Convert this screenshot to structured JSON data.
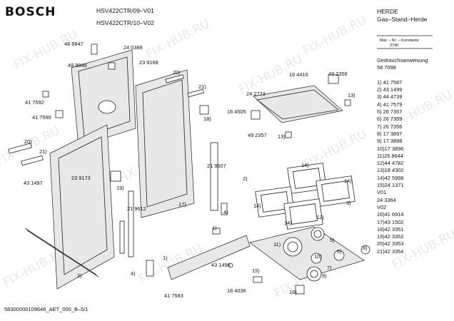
{
  "header": {
    "brand": "BOSCH",
    "model_line_1": "HSV422CTR/09–V01",
    "model_line_2": "HSV422CTR/10–V02",
    "category": "HERDE",
    "category_desc": "Gas–Stand–Herde"
  },
  "mat_box": {
    "line1": "Mat. – Nr. – Konstante",
    "line2": "3740"
  },
  "legend": [
    "Gedrauchsanweisung",
    "58 7098",
    "",
    "1) 41 7587",
    "2) 43 1499",
    "3) 44 4739",
    "4) 41 7579",
    "5) 26 7357",
    "6) 26 7359",
    "7) 26 7356",
    "8) 17 3897",
    "9) 17 3898",
    "10)17 3896",
    "11)26 8644",
    "12)44 4782",
    "13)18 4302",
    "14)42 5998",
    "15)24 1371",
    "V01",
    "24 3364",
    "V02",
    "16)41 6914",
    "17)43 1502",
    "18)42 3351",
    "19)42 3352",
    "20)42 3353",
    "21)42 3354"
  ],
  "part_labels": {
    "p488847": "48 8847",
    "p240388": "24 0388",
    "p488848": "48 8848",
    "p239168": "23 9168",
    "p20a": "20)",
    "p21a": "21)",
    "p18": "18)",
    "p417592": "41 7592",
    "p417590": "41 7590",
    "p20b": "20)",
    "p21b": "21)",
    "p431497": "43 1497",
    "p239173": "23 9173",
    "p19": "19)",
    "p219607": "21 9607",
    "p2a": "2)",
    "p219612": "21 9612",
    "p17": "17)",
    "p4a": "4)",
    "p1a": "1)",
    "p2b": "2)",
    "p1b": "1)",
    "p431496": "43 1496",
    "p4b": "4)",
    "p417583": "41 7583",
    "p184036": "18 4036",
    "p164416": "16 4416",
    "p492356": "49 2356",
    "p242773": "24 2773",
    "p13a": "13)",
    "p164505": "16 4505",
    "p492357": "49 2357",
    "p13b": "13)",
    "p14a": "14)",
    "p14b": "14)",
    "p14c": "14)",
    "p14d": "14)",
    "p3": "3)",
    "p12": "12)",
    "p5": "5)",
    "p11": "11)",
    "p10": "10)",
    "p6": "6)",
    "p7": "7)",
    "p9": "9)",
    "p8": "8)",
    "p15": "15)",
    "p16": "16)"
  },
  "footer": {
    "doc_id": "58300000109646_AET_000_B–5/1"
  },
  "watermark": {
    "text": "FIX-HUB.RU"
  }
}
